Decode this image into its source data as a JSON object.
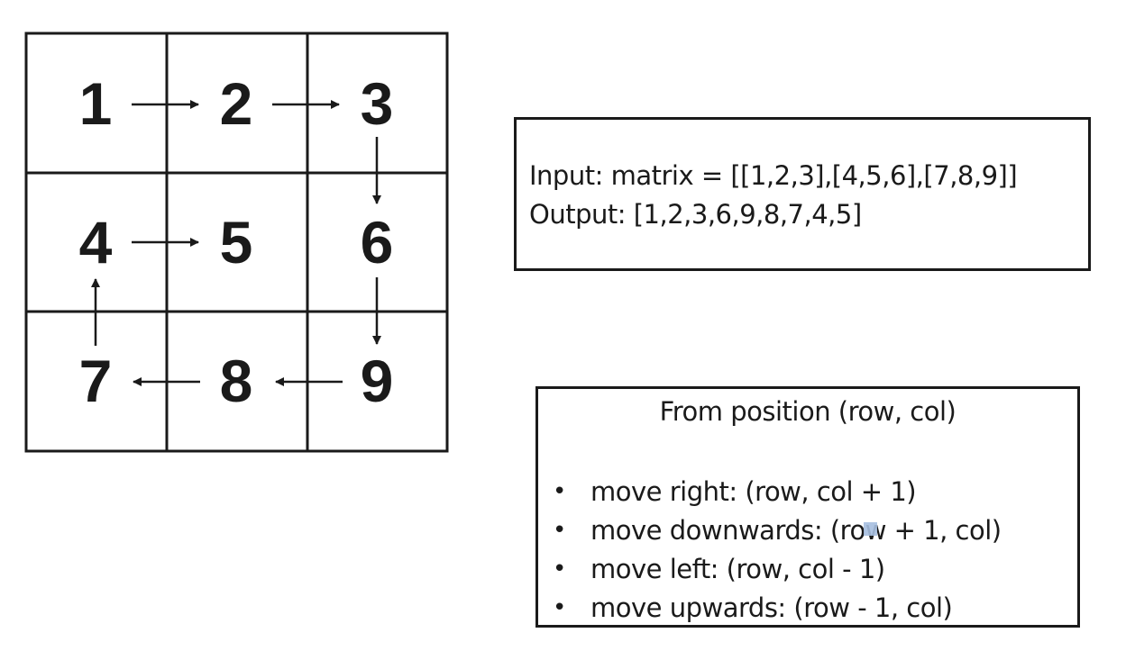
{
  "matrix": {
    "cells": [
      1,
      2,
      3,
      4,
      5,
      6,
      7,
      8,
      9
    ],
    "spiral_order": [
      1,
      2,
      3,
      6,
      9,
      8,
      7,
      4,
      5
    ]
  },
  "io": {
    "input": "Input: matrix = [[1,2,3],[4,5,6],[7,8,9]]",
    "output": "Output: [1,2,3,6,9,8,7,4,5]"
  },
  "moves": {
    "title": "From position (row, col)",
    "bullet": "•",
    "items": [
      "move right: (row, col + 1)",
      "move downwards: (row + 1, col)",
      "move left: (row, col - 1)",
      "move upwards: (row - 1, col)"
    ]
  },
  "colors": {
    "line": "#1a1a1a",
    "selection": "#a6bfe0"
  }
}
